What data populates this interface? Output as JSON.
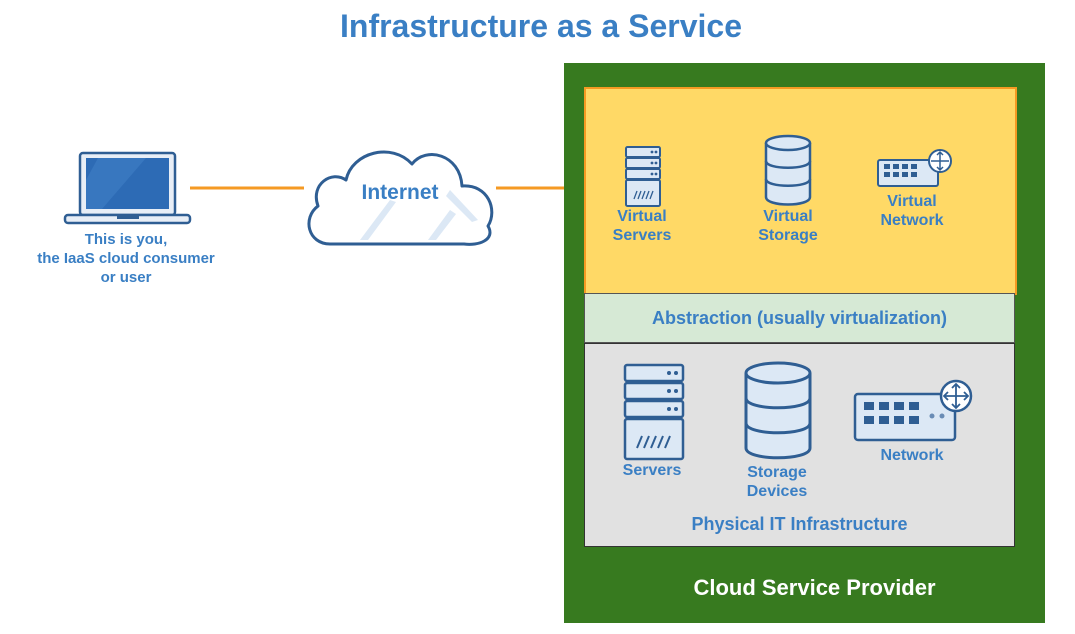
{
  "title": "Infrastructure as a Service",
  "consumer": {
    "lines": [
      "This is you,",
      "the IaaS cloud consumer",
      "or user"
    ]
  },
  "internet_label": "Internet",
  "virtual": {
    "servers": [
      "Virtual",
      "Servers"
    ],
    "storage": [
      "Virtual",
      "Storage"
    ],
    "network": [
      "Virtual",
      "Network"
    ]
  },
  "abstraction_label": "Abstraction (usually virtualization)",
  "physical": {
    "servers": "Servers",
    "storage": [
      "Storage",
      "Devices"
    ],
    "network": "Network",
    "caption": "Physical IT Infrastructure"
  },
  "provider_label": "Cloud Service Provider",
  "colors": {
    "title": "#3a7fc4",
    "provider": "#377a1f",
    "virtual_fill": "#ffd966",
    "virtual_border": "#f59a23",
    "abstraction_fill": "#d6e9d5",
    "physical_fill": "#e1e1e1",
    "connector": "#f59a23",
    "icon_stroke": "#2f5e93",
    "icon_fill": "#dce8f5"
  }
}
